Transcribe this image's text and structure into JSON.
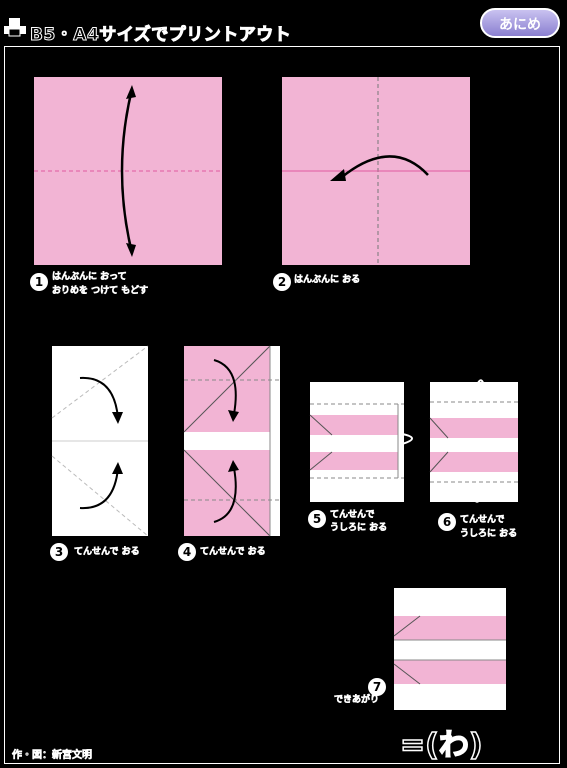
{
  "header": {
    "title": "B5・A4サイズでプリントアウト",
    "anime_label": "あにめ"
  },
  "steps": [
    {
      "num": "1",
      "caption_l1": "はんぶんに おって",
      "caption_l2": "おりめを つけて もどす"
    },
    {
      "num": "2",
      "caption_l1": "はんぶんに おる",
      "caption_l2": ""
    },
    {
      "num": "3",
      "caption_l1": "てんせんで おる",
      "caption_l2": ""
    },
    {
      "num": "4",
      "caption_l1": "てんせんで おる",
      "caption_l2": ""
    },
    {
      "num": "5",
      "caption_l1": "てんせんで",
      "caption_l2": "うしろに おる"
    },
    {
      "num": "6",
      "caption_l1": "てんせんで",
      "caption_l2": "うしろに おる"
    },
    {
      "num": "7",
      "caption_l1": "できあがり",
      "caption_l2": ""
    }
  ],
  "result_label": "=(わ)",
  "credit": "作・図：新宮文明",
  "colors": {
    "paper_pink": "#f2b4d4",
    "fold_line": "#e05aa0",
    "background": "#000000"
  },
  "icons": {
    "printer": "printer-icon"
  }
}
